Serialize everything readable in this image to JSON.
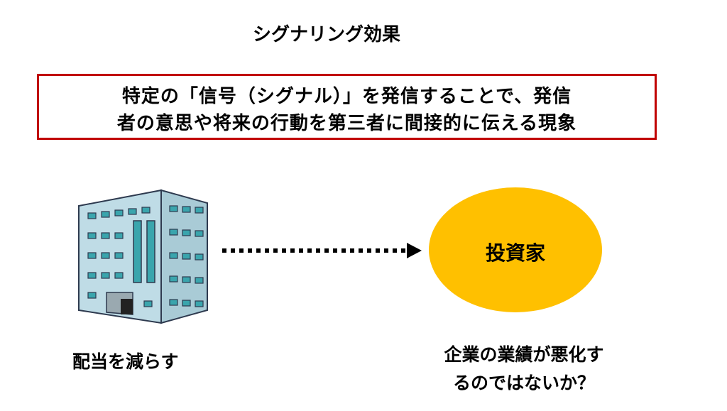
{
  "title": "シグナリング効果",
  "definition": {
    "line1": "特定の「信号（シグナル）」を発信することで、発信",
    "line2": "者の意思や将来の行動を第三者に間接的に伝える現象"
  },
  "sender": {
    "icon": "building-icon",
    "action": "配当を減らす"
  },
  "receiver": {
    "label": "投資家",
    "concern_line1": "企業の業績が悪化す",
    "concern_line2": "るのではないか？"
  },
  "colors": {
    "box_border": "#c00000",
    "investor_fill": "#ffc000",
    "building_front": "#bfdce6",
    "building_side": "#a9cbd6",
    "window": "#3aa5ad"
  }
}
